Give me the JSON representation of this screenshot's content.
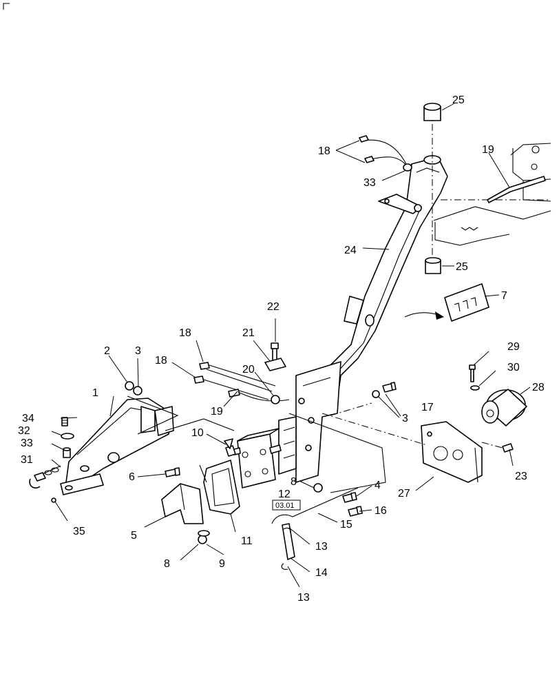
{
  "callouts": {
    "c1": "1",
    "c2": "2",
    "c3a": "3",
    "c3b": "3",
    "c4": "4",
    "c5": "5",
    "c6": "6",
    "c7": "7",
    "c8a": "8",
    "c8b": "8",
    "c9": "9",
    "c10": "10",
    "c11": "11",
    "c12": "12",
    "c13a": "13",
    "c13b": "13",
    "c14": "14",
    "c15": "15",
    "c16": "16",
    "c17": "17",
    "c18a": "18",
    "c18b": "18",
    "c18c": "18",
    "c19a": "19",
    "c19b": "19",
    "c20": "20",
    "c21": "21",
    "c22": "22",
    "c23": "23",
    "c24": "24",
    "c25a": "25",
    "c25b": "25",
    "c27": "27",
    "c28": "28",
    "c29": "29",
    "c30": "30",
    "c31": "31",
    "c32": "32",
    "c33a": "33",
    "c33b": "33",
    "c34": "34",
    "c35": "35"
  },
  "reference_box": "03.01"
}
